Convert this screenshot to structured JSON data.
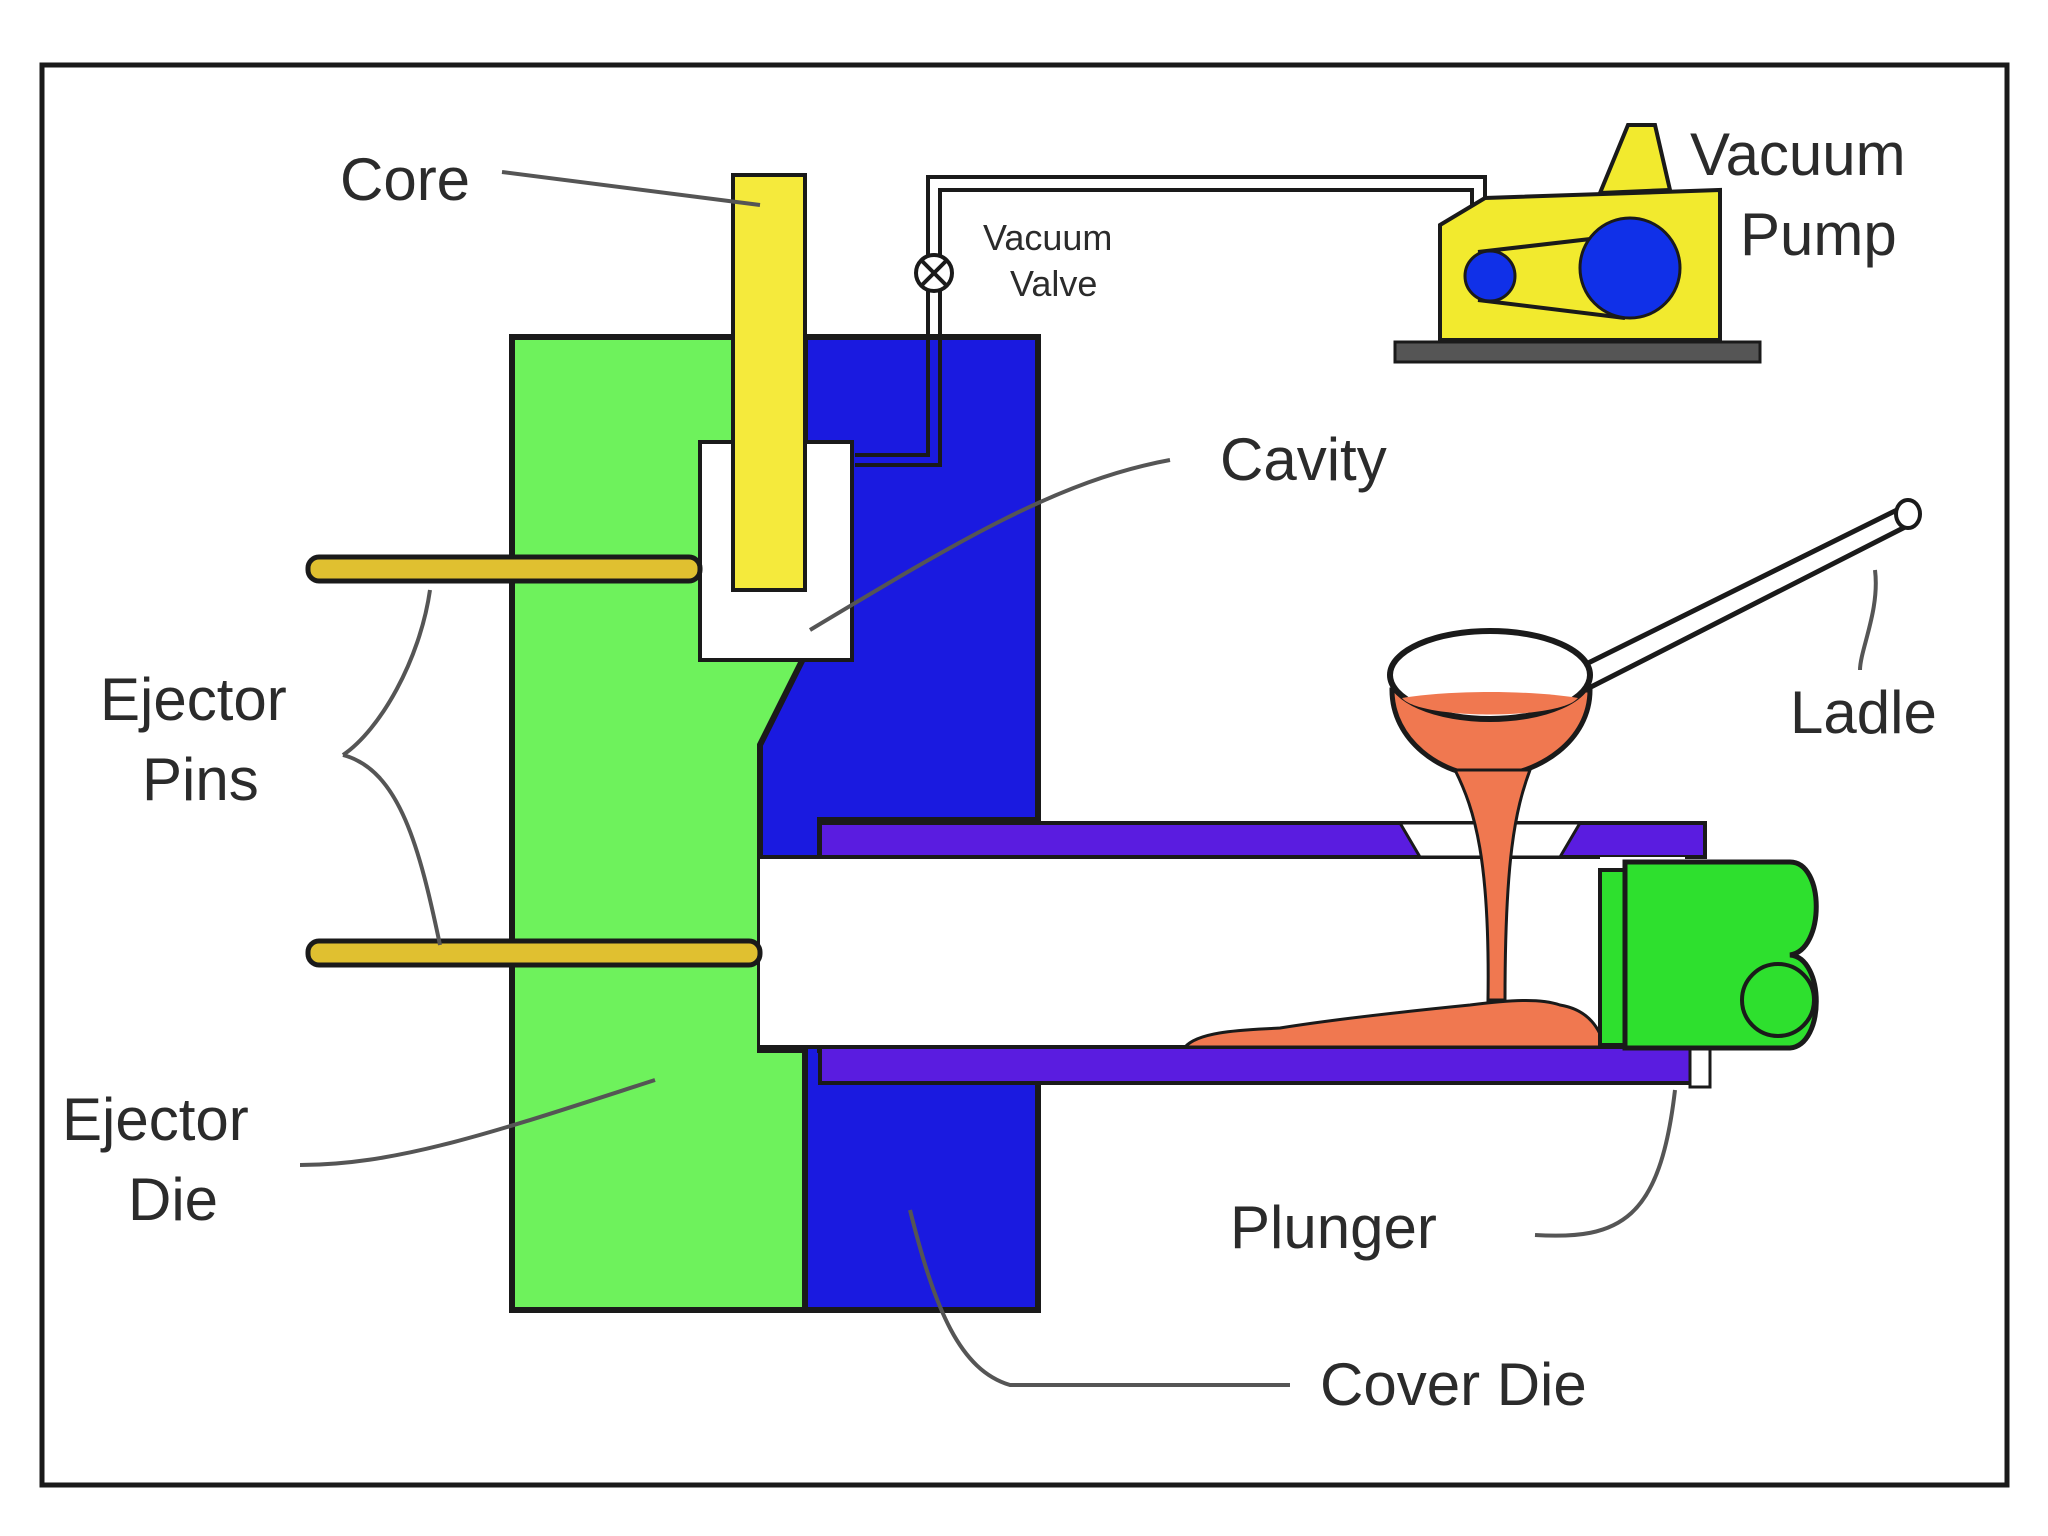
{
  "labels": {
    "core": "Core",
    "vacuum_valve_line1": "Vacuum",
    "vacuum_valve_line2": "Valve",
    "vacuum_pump_line1": "Vacuum",
    "vacuum_pump_line2": "Pump",
    "cavity": "Cavity",
    "ejector_pins_line1": "Ejector",
    "ejector_pins_line2": "Pins",
    "ladle": "Ladle",
    "ejector_die_line1": "Ejector",
    "ejector_die_line2": "Die",
    "plunger": "Plunger",
    "cover_die": "Cover Die"
  },
  "colors": {
    "ejector_die": "#6ef25c",
    "cover_die": "#1a1ae0",
    "core": "#f5ea3c",
    "ejector_pin": "#e0c030",
    "shot_sleeve": "#5a1ce0",
    "molten_metal": "#f07850",
    "plunger": "#2ee02e",
    "pump_body": "#f2ea2e",
    "pump_wheel": "#1030e8",
    "outline": "#1a1a1a",
    "leader": "#555555"
  }
}
